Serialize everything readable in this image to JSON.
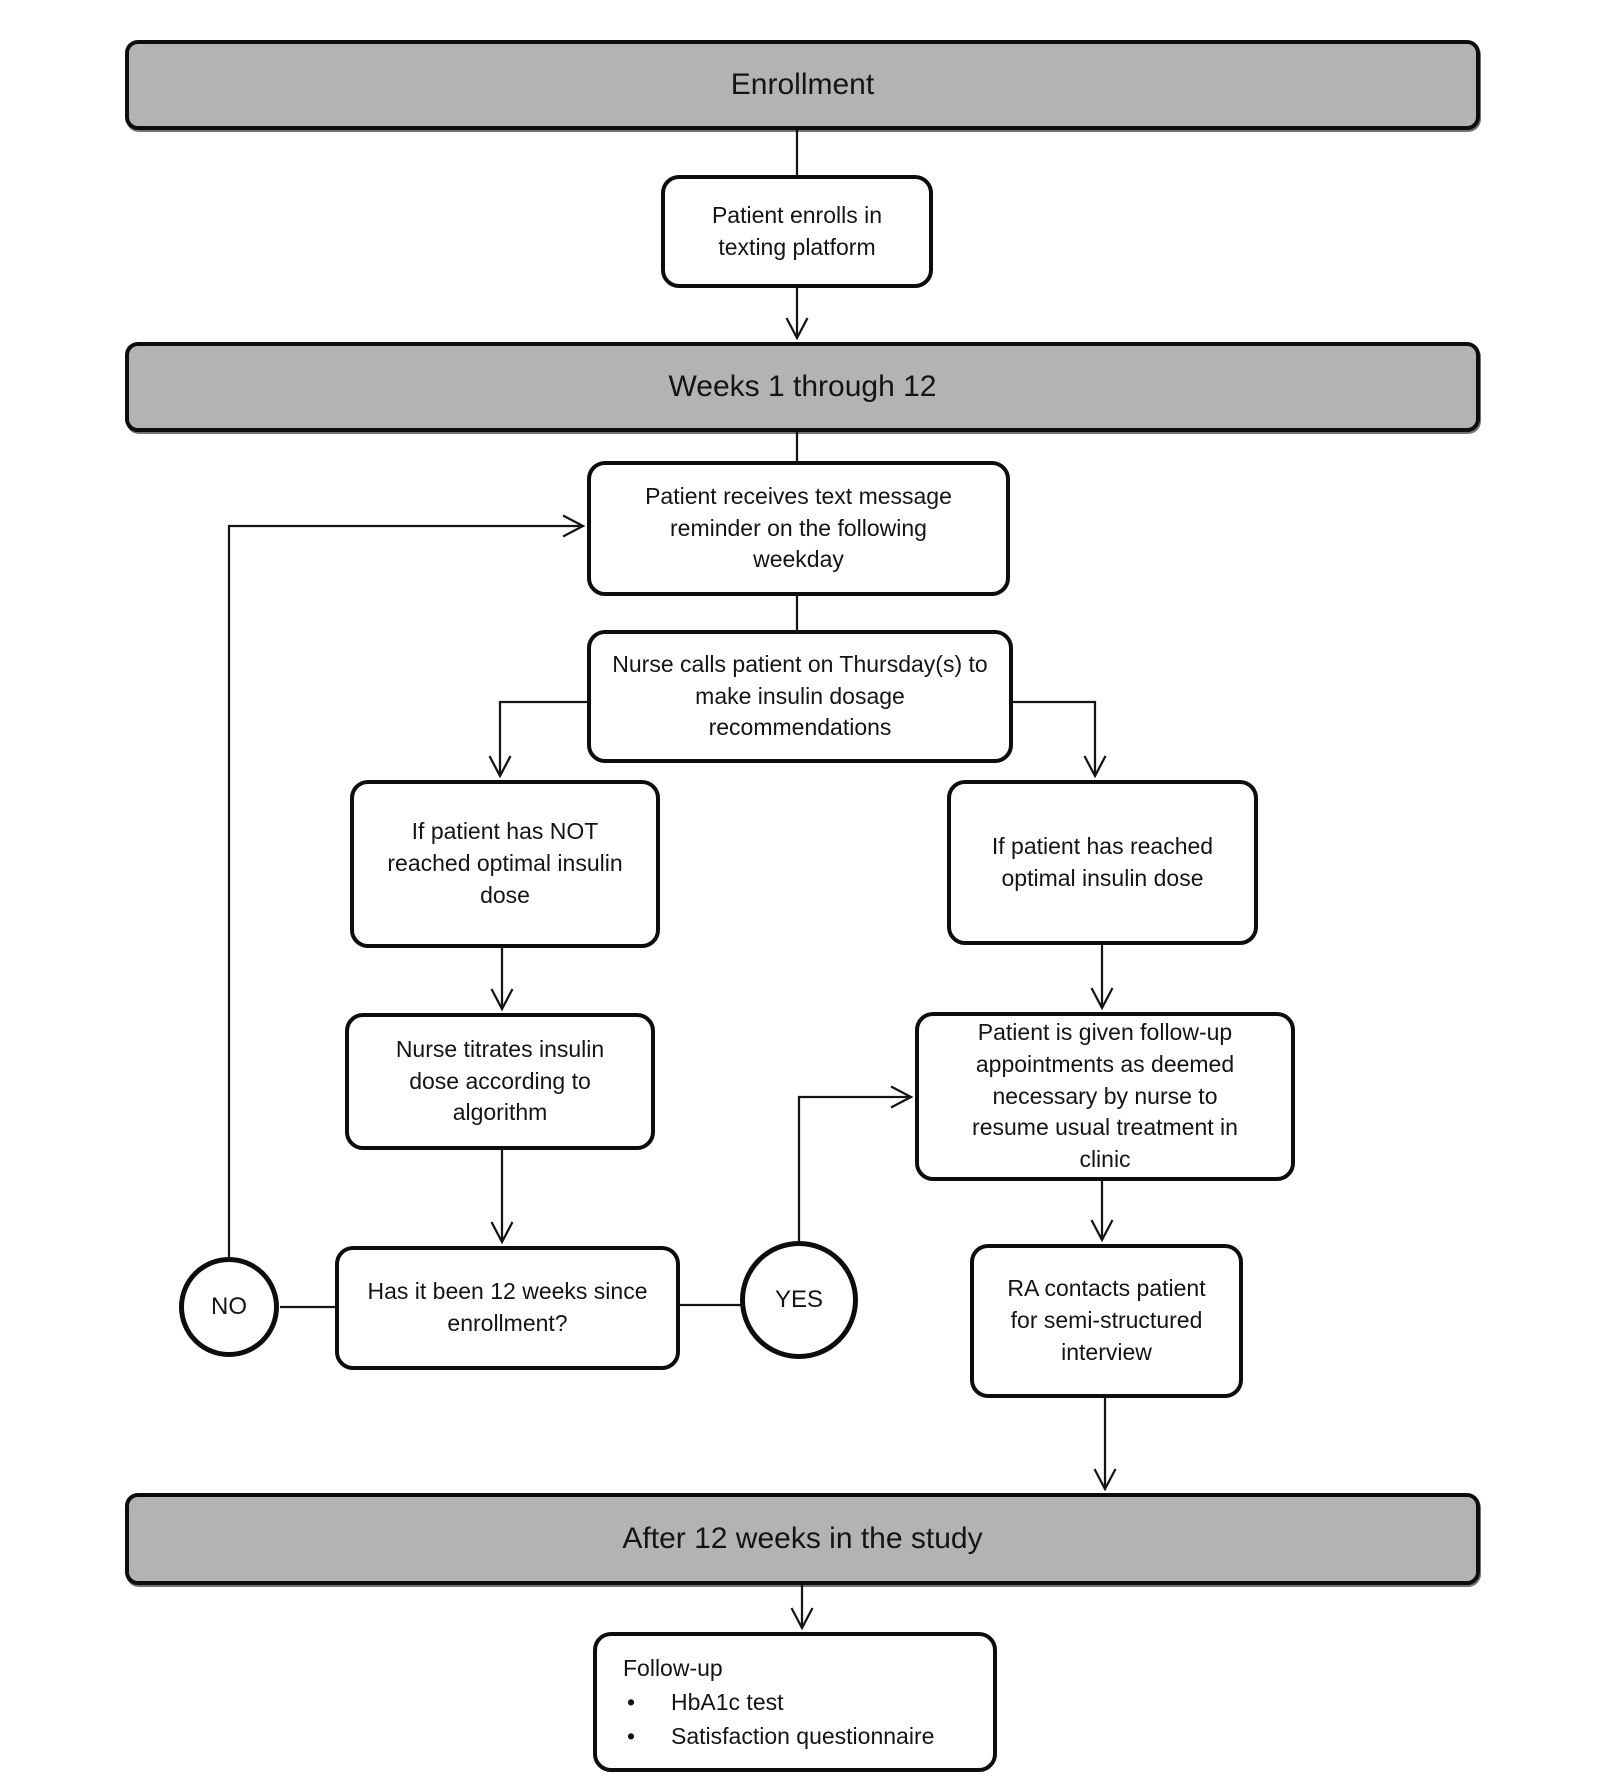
{
  "diagram": {
    "title_banners": {
      "enrollment": "Enrollment",
      "weeks_1_12": "Weeks 1 through 12",
      "after_12_weeks": "After 12 weeks in the study"
    },
    "nodes": {
      "enrolls": "Patient enrolls in texting platform",
      "text_reminder": "Patient receives text message reminder on the following weekday",
      "nurse_calls": "Nurse calls patient on Thursday(s) to make insulin dosage recommendations",
      "not_optimal": "If patient has NOT reached optimal insulin dose",
      "reached_optimal": "If patient has reached optimal insulin dose",
      "titrates": "Nurse titrates insulin dose according to algorithm",
      "followup_appointments": "Patient is given follow-up appointments as deemed necessary by nurse to resume usual treatment in clinic",
      "twelve_weeks_question": "Has it been 12 weeks since enrollment?",
      "ra_interview": "RA contacts patient for semi-structured interview"
    },
    "decision_labels": {
      "no": "NO",
      "yes": "YES"
    },
    "followup_box": {
      "title": "Follow-up",
      "bullet_glyph": "•",
      "bullets": [
        "HbA1c test",
        "Satisfaction questionnaire"
      ]
    },
    "colors": {
      "banner_fill": "#b3b3b3",
      "shape_fill": "#ffffff",
      "stroke": "#0d0d0d",
      "text": "#141414",
      "background": "#ffffff"
    }
  }
}
